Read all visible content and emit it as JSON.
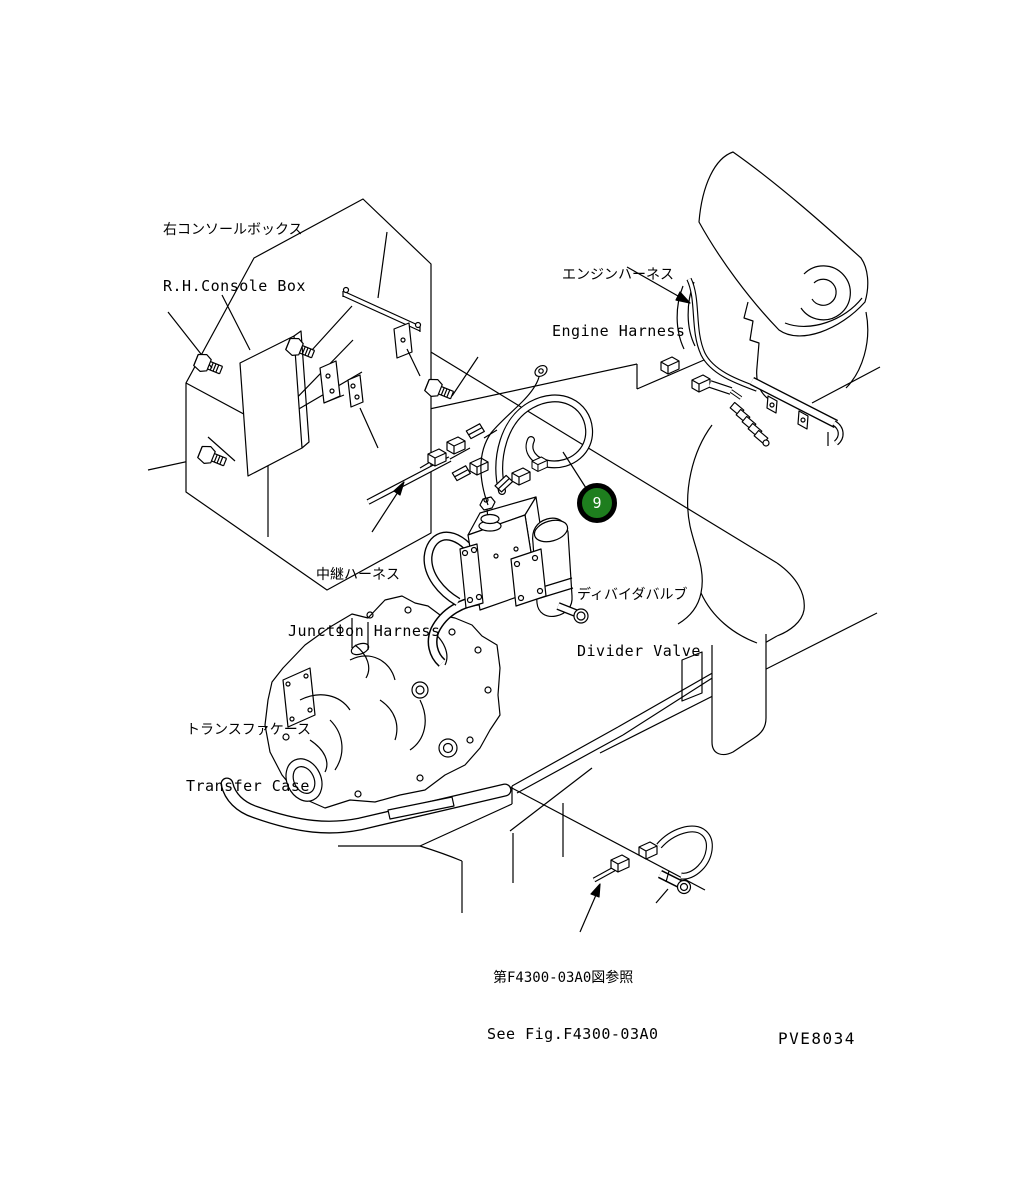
{
  "figure": {
    "drawing_code": "PVE8034",
    "balloon": {
      "number": "9",
      "fill_color": "#1e7e1e",
      "ring_color": "#000000",
      "text_color": "#ffffff"
    },
    "line_color": "#000000",
    "background_color": "#ffffff",
    "labels": {
      "console_box": {
        "jp": "右コンソールボックス",
        "en": "R.H.Console Box"
      },
      "engine_harness": {
        "jp": "エンジンハーネス",
        "en": "Engine Harness"
      },
      "junction_harness": {
        "jp": "中継ハーネス",
        "en": "Junction Harness"
      },
      "divider_valve": {
        "jp": "ディバイダバルブ",
        "en": "Divider Valve"
      },
      "transfer_case": {
        "jp": "トランスファケース",
        "en": "Transfer Case"
      },
      "see_fig": {
        "jp": "第F4300-03A0図参照",
        "en": "See Fig.F4300-03A0"
      }
    }
  }
}
